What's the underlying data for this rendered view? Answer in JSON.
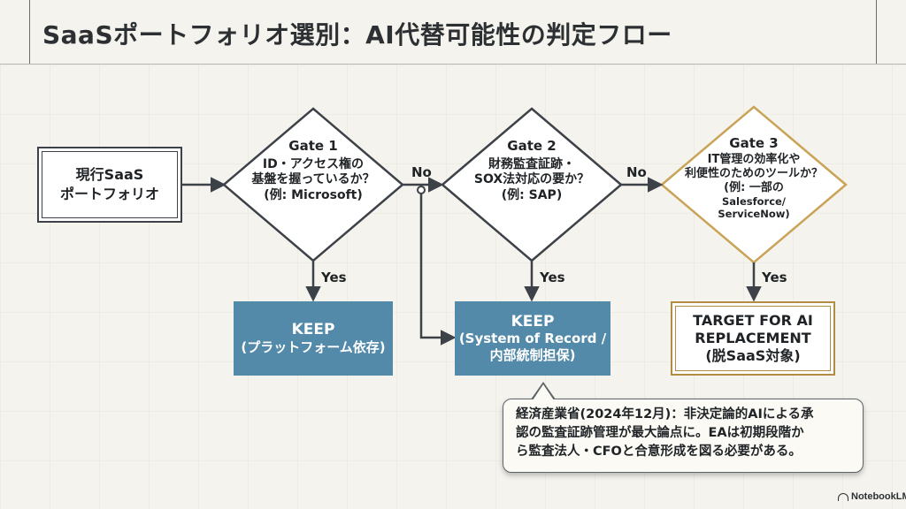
{
  "title": "SaaSポートフォリオ選別：AI代替可能性の判定フロー",
  "source_box": {
    "line1": "現行SaaS",
    "line2": "ポートフォリオ"
  },
  "gates": [
    {
      "heading": "Gate 1",
      "lines": [
        "ID・アクセス権の",
        "基盤を握っているか？",
        "(例: Microsoft)"
      ]
    },
    {
      "heading": "Gate 2",
      "lines": [
        "財務監査証跡・",
        "SOX法対応の要か？",
        "(例: SAP)"
      ]
    },
    {
      "heading": "Gate 3",
      "lines": [
        "IT管理の効率化や",
        "利便性のためのツールか？",
        "(例: 一部の",
        "Salesforce/",
        "ServiceNow)"
      ]
    }
  ],
  "edge_labels": {
    "yes": "Yes",
    "no": "No"
  },
  "outcomes": [
    {
      "line1": "KEEP",
      "line2": "(プラットフォーム依存)"
    },
    {
      "line1": "KEEP",
      "line2": "(System of Record /",
      "line3": "内部統制担保)"
    },
    {
      "line1": "TARGET FOR AI",
      "line2": "REPLACEMENT",
      "line3": "(脱SaaS対象)"
    }
  ],
  "note": {
    "lines": [
      "経済産業省(2024年12月)：非決定論的AIによる承",
      "認の監査証跡管理が最大論点に。EAは初期段階か",
      "ら監査法人・CFOと合意形成を図る必要がある。"
    ]
  },
  "brand": "NotebookLM",
  "colors": {
    "keep_fill": "#5389a9",
    "target_border": "#b08c45",
    "gate3_border": "#c9a356",
    "line": "#3c4248"
  }
}
